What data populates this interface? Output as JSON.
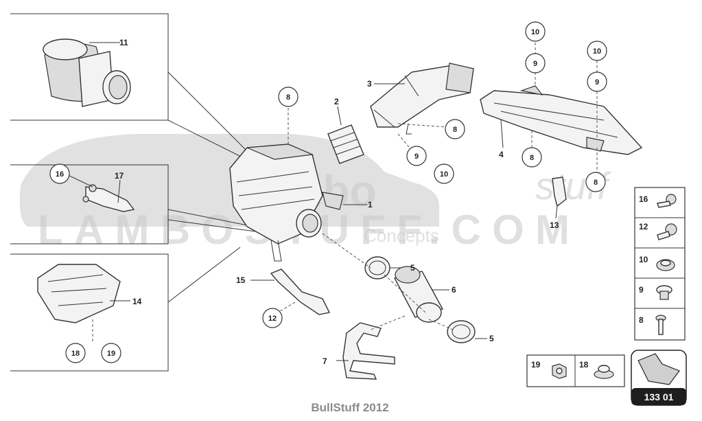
{
  "watermark": {
    "brand_top": "lambo",
    "brand_script": "stuff",
    "brand_main": "LAMBOSTUFF.COM",
    "tagline": "Concepts"
  },
  "footer": {
    "credit": "BullStuff 2012"
  },
  "page_code": "133 01",
  "callouts": {
    "p1": "1",
    "p2": "2",
    "p3": "3",
    "p4": "4",
    "p5a": "5",
    "p5b": "5",
    "p6": "6",
    "p7": "7",
    "p11": "11",
    "p13": "13",
    "p14": "14",
    "p15": "15",
    "p17": "17"
  },
  "circles": {
    "c8_box": "8",
    "c8_mid": "8",
    "c8_duct": "8",
    "c8_bracket": "8",
    "c9_mid": "9",
    "c10_mid": "10",
    "c10_top1": "10",
    "c9_top1": "9",
    "c10_top2": "10",
    "c9_top2": "9",
    "c16": "16",
    "c12": "12",
    "c18": "18",
    "c19": "19"
  },
  "legend_right": [
    "16",
    "12",
    "10",
    "9",
    "8"
  ],
  "legend_bottom": [
    "19",
    "18"
  ]
}
